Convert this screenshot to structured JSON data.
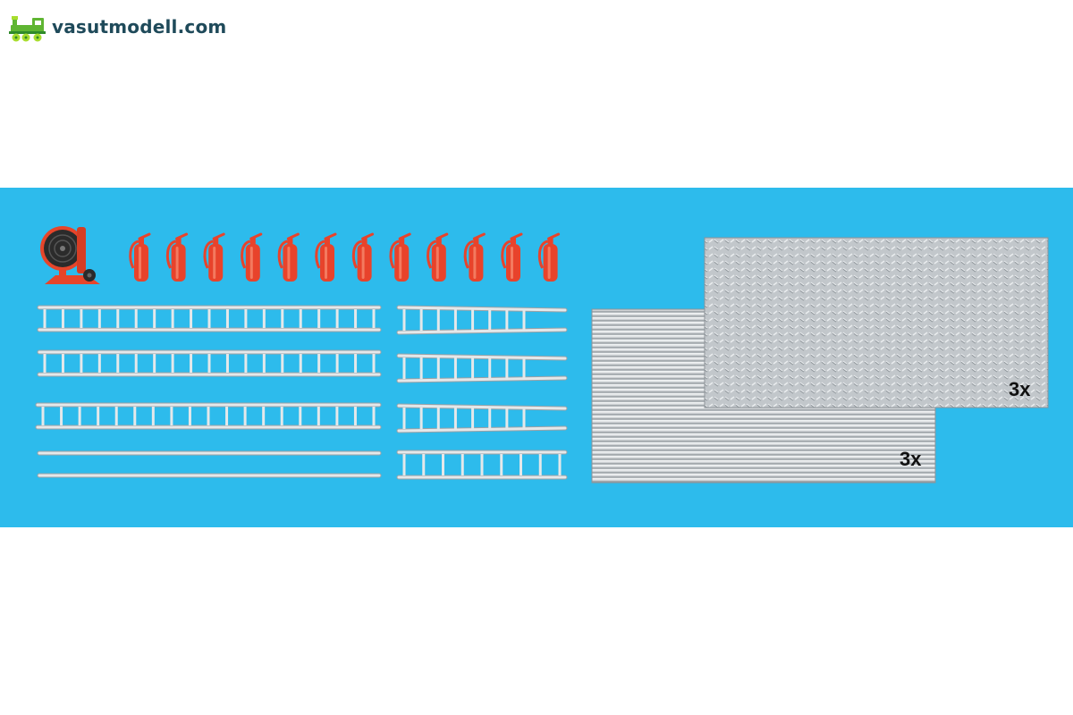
{
  "header": {
    "site_name": "vasutmodell.com",
    "logo_icon": "locomotive-icon",
    "colors": {
      "text": "#1f4a5a",
      "logo_green": "#5fb532",
      "logo_lime": "#a8dd2e"
    }
  },
  "product_image": {
    "background": "#2dbbec",
    "quantity_labels": {
      "chequer_plate": "3x",
      "corrugated_sheet": "3x"
    },
    "parts": {
      "fan": {
        "icon": "fan-icon",
        "count": 1,
        "color": "#e6452a"
      },
      "extinguishers": {
        "icon": "fire-extinguisher-icon",
        "count": 12,
        "color": "#e8432b"
      },
      "long_ladders": {
        "icon": "ladder-icon",
        "count": 4
      },
      "short_ladders": {
        "icon": "ladder-icon",
        "count": 4
      },
      "chequer_plate": {
        "icon": "chequer-plate-icon",
        "count": 1
      },
      "corrugated_sheet": {
        "icon": "corrugated-sheet-icon",
        "count": 1
      }
    }
  }
}
